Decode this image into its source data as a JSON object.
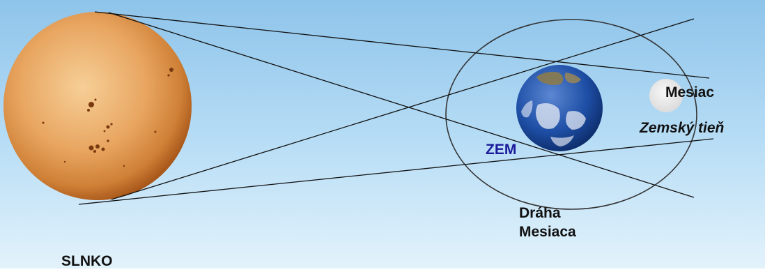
{
  "labels": {
    "sun": "SLNKO",
    "earth": "ZEM",
    "moon": "Mesiac",
    "shadow": "Zemský tieň",
    "orbit_line1": "Dráha",
    "orbit_line2": "Mesiaca"
  },
  "colors": {
    "background_top": "#8fc6ec",
    "background_bottom": "#e6f3fb",
    "sun_center": "#f4c58a",
    "sun_edge": "#b8661f",
    "earth_ocean": "#1d4fa3",
    "earth_land": "#8a7a4a",
    "moon": "#ececec",
    "lines": "#111111",
    "earth_label": "#1a1a9a"
  }
}
